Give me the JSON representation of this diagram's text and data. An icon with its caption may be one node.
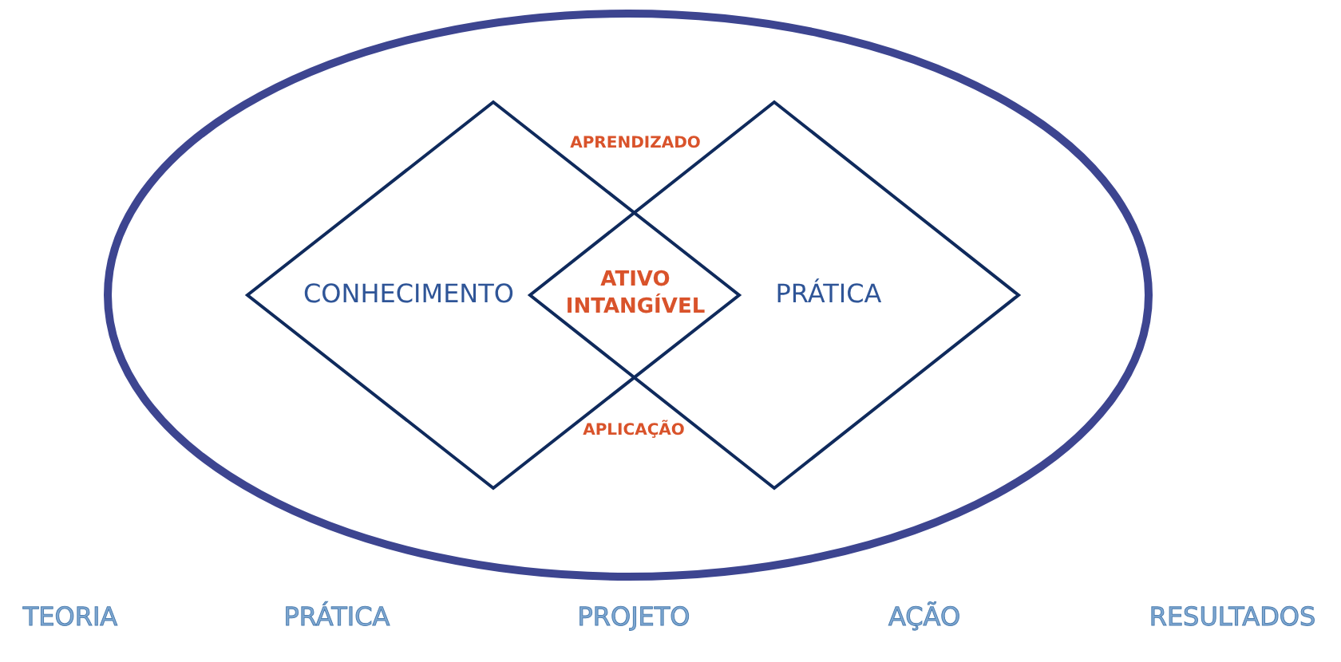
{
  "diagram": {
    "nodes": [
      {
        "text": [],
        "shape": "ellipse"
      },
      {
        "text": [
          "CONHECIMENTO"
        ],
        "in": 0
      },
      {
        "text": [
          "PRÁTICA"
        ],
        "in": 0
      }
    ],
    "labels": [
      "APRENDIZADO",
      "ATIVO INTANGÍVEL",
      "APLICAÇÃO",
      "TEORIA",
      "PRÁTICA",
      "PROJETO",
      "AÇÃO",
      "RESULTADOS"
    ]
  }
}
